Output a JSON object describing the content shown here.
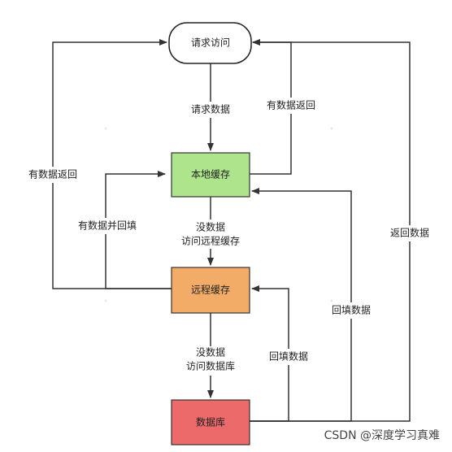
{
  "nodes": {
    "request": {
      "label": "请求访问",
      "fill": "#ffffff"
    },
    "local_cache": {
      "label": "本地缓存",
      "fill": "#ade48c"
    },
    "remote_cache": {
      "label": "远程缓存",
      "fill": "#f2ac68"
    },
    "database": {
      "label": "数据库",
      "fill": "#ec6a6a"
    }
  },
  "edges": {
    "request_data": "请求数据",
    "local_hit_return": "有数据返回",
    "remote_hit_return": "有数据返回",
    "remote_hit_backfill": "有数据并回填",
    "local_miss_line1": "没数据",
    "local_miss_line2": "访问远程缓存",
    "remote_miss_line1": "没数据",
    "remote_miss_line2": "访问数据库",
    "db_backfill_remote": "回填数据",
    "db_backfill_local": "回填数据",
    "db_return": "返回数据"
  },
  "watermark": "CSDN @深度学习真难"
}
